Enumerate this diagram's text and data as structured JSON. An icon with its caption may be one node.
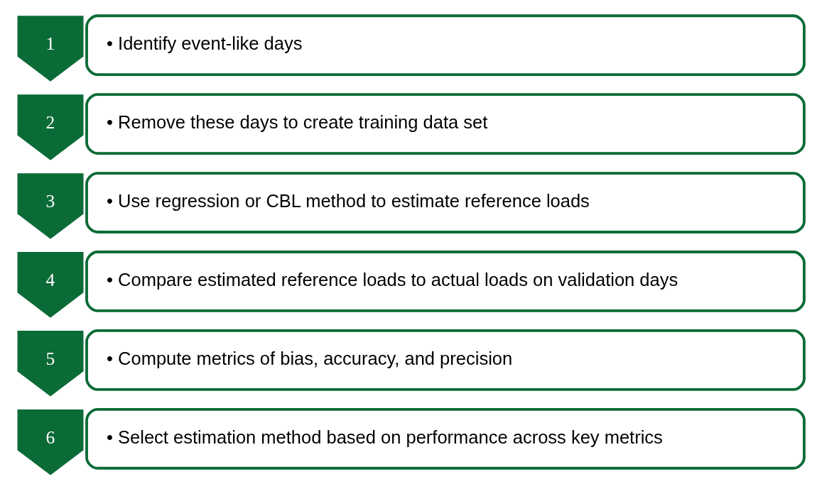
{
  "diagram": {
    "nodes": [
      {
        "text": [
          "1"
        ]
      },
      {
        "text": [
          "• Identify event-like days"
        ]
      },
      {
        "text": [
          "2"
        ]
      },
      {
        "text": [
          "• Remove these days to create training data set"
        ]
      },
      {
        "text": [
          "3"
        ]
      },
      {
        "text": [
          "• Use regression or CBL method to estimate reference loads"
        ]
      },
      {
        "text": [
          "4"
        ]
      },
      {
        "text": [
          "• Compare estimated reference loads to actual loads on validation days"
        ]
      },
      {
        "text": [
          "5"
        ]
      },
      {
        "text": [
          "• Compute metrics of bias, accuracy, and precision"
        ]
      },
      {
        "text": [
          "6"
        ]
      },
      {
        "text": [
          "• Select estimation method based on performance across key metrics"
        ]
      }
    ]
  }
}
